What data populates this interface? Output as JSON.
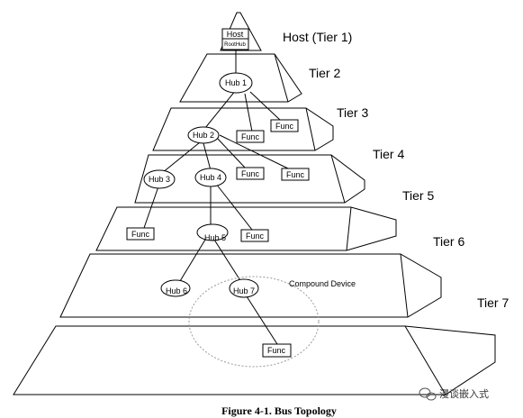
{
  "tiers": [
    "Host (Tier 1)",
    "Tier 2",
    "Tier 3",
    "Tier 4",
    "Tier 5",
    "Tier 6",
    "Tier 7"
  ],
  "host": {
    "line1": "Host",
    "line2": "RootHub"
  },
  "hubs": [
    "Hub 1",
    "Hub 2",
    "Hub 3",
    "Hub 4",
    "Hub 5",
    "Hub 6",
    "Hub 7"
  ],
  "func_label": "Func",
  "compound_device": "Compound Device",
  "caption": "Figure 4-1.  Bus Topology",
  "watermark": "漫谈嵌入式"
}
